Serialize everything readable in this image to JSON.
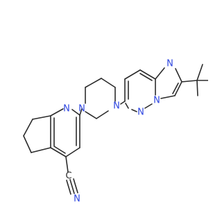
{
  "diagram": {
    "colors": {
      "bond": "#2b2b2b",
      "nitrogen": "#2e46e0",
      "background": "#ffffff"
    },
    "atom_labels": {
      "pyridine_n": "N",
      "piperazine_n_left": "N",
      "piperazine_n_right": "N",
      "imidazo_n_top": "N",
      "imidazo_n_bridge": "N",
      "pyridazine_n_bottom": "N",
      "nitrile_n": "N",
      "nitrile_c": "C"
    }
  }
}
